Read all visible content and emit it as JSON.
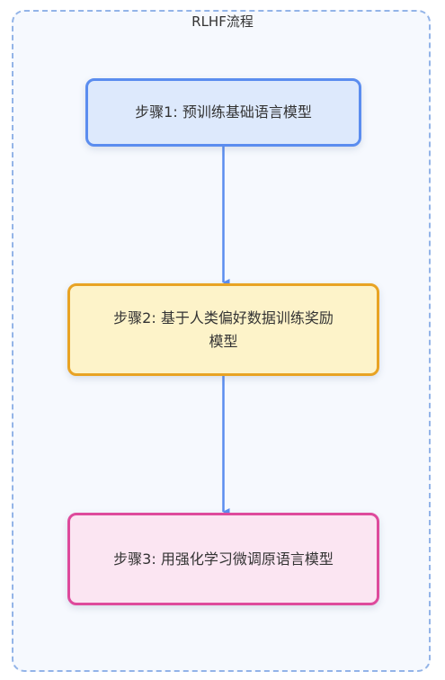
{
  "diagram": {
    "title": "RLHF流程",
    "steps": [
      {
        "id": "step1",
        "label": "步骤1: 预训练基础语言模型"
      },
      {
        "id": "step2",
        "label": "步骤2: 基于人类偏好数据训练奖励模型"
      },
      {
        "id": "step3",
        "label": "步骤3: 用强化学习微调原语言模型"
      }
    ],
    "connections": [
      {
        "from": "step1",
        "to": "step2"
      },
      {
        "from": "step2",
        "to": "step3"
      }
    ]
  },
  "colors": {
    "frame_border": "#93b4e8",
    "frame_bg": "#f6f9fe",
    "arrow": "#5b8def",
    "step1_fill": "#dde9fc",
    "step1_border": "#5b8def",
    "step2_fill": "#fdf3c9",
    "step2_border": "#e8a324",
    "step3_fill": "#fbe5f2",
    "step3_border": "#de4a9c"
  }
}
